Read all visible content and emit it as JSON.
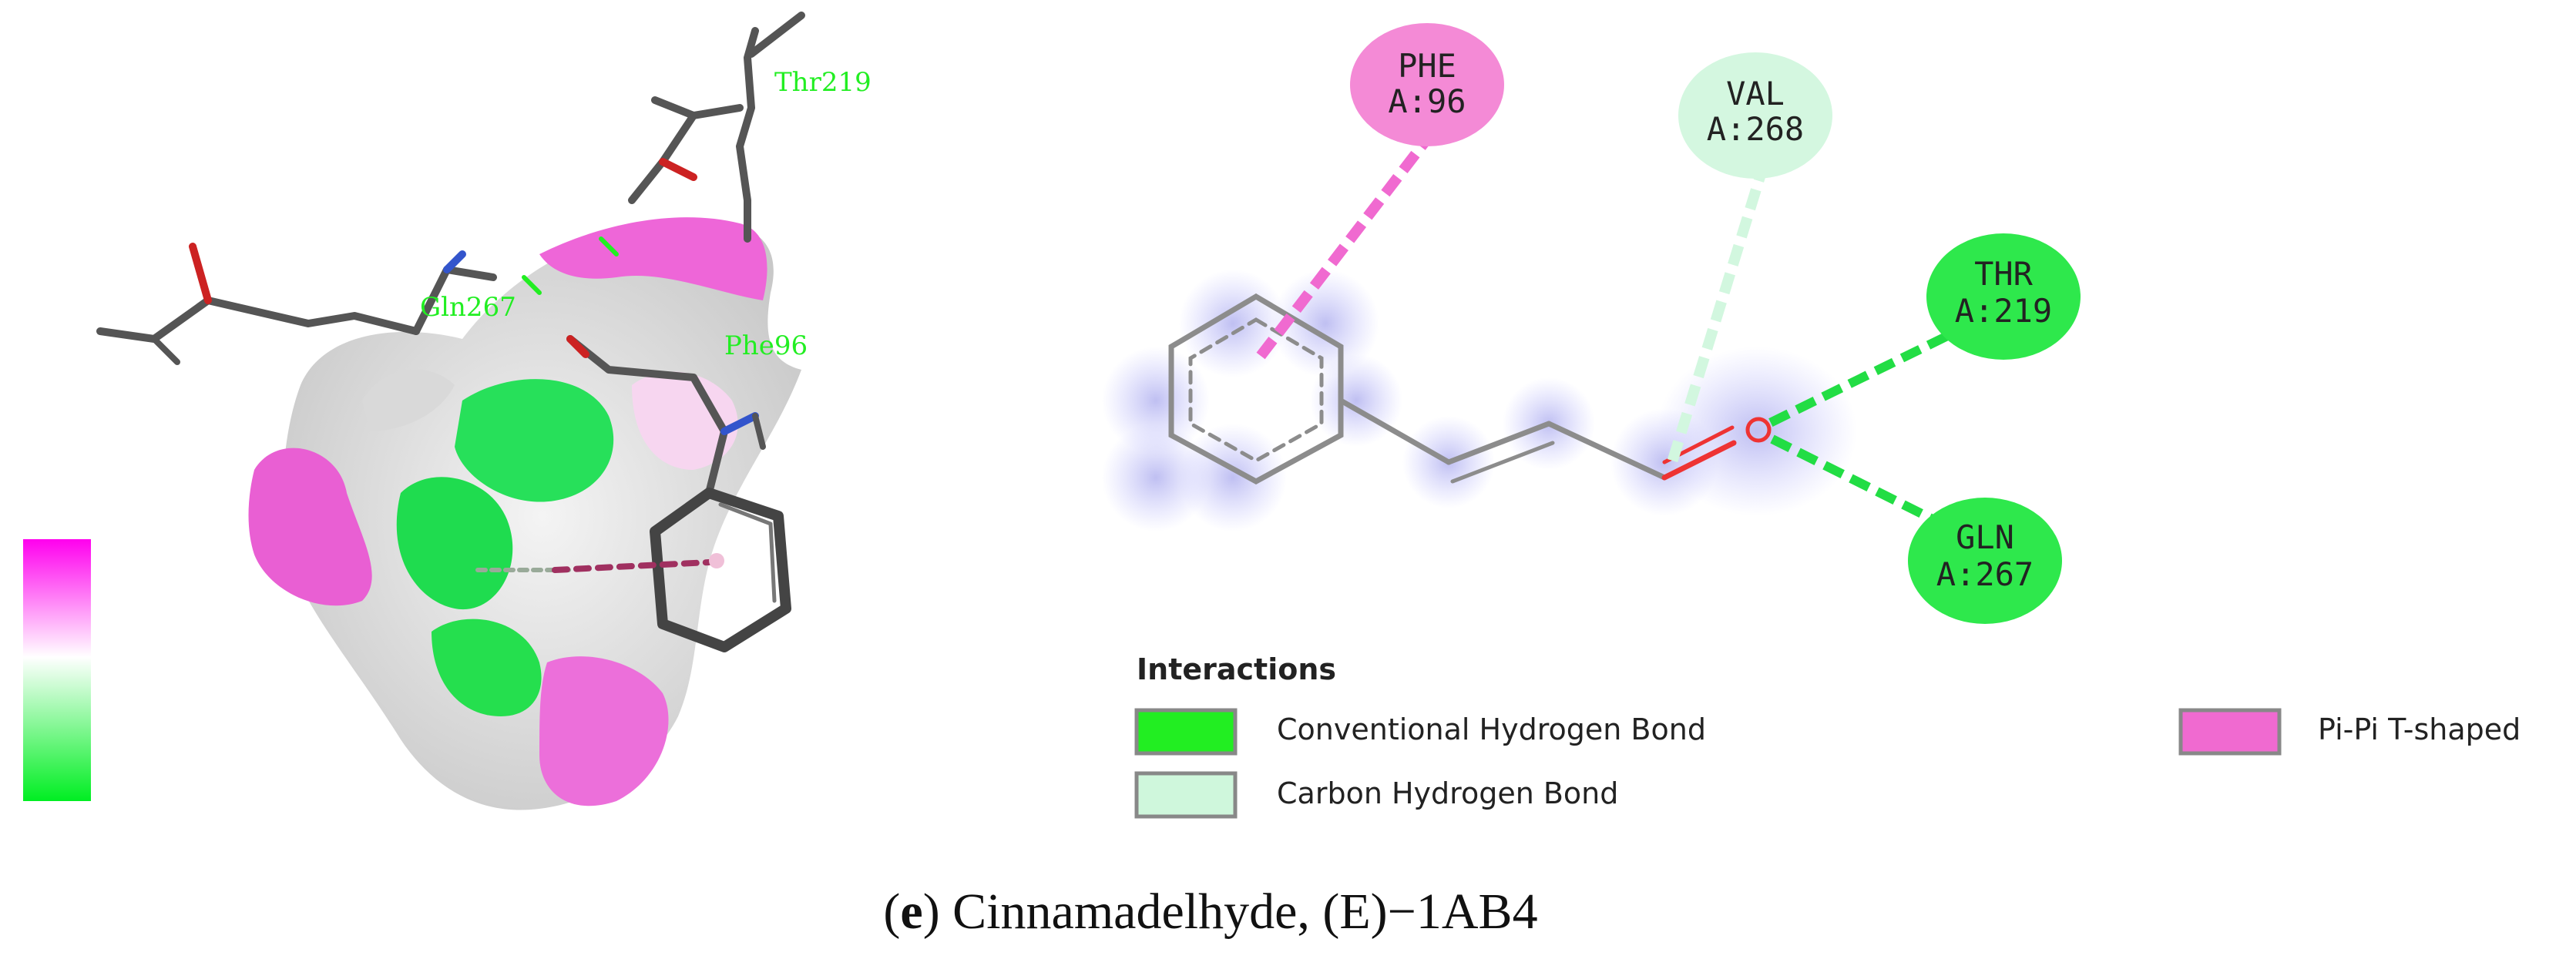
{
  "residues_3d": {
    "thr": "Thr219",
    "gln": "Gln267",
    "phe": "Phe96"
  },
  "nodes": {
    "phe": {
      "name": "PHE",
      "pos": "A:96",
      "color": "#f48ad6"
    },
    "val": {
      "name": "VAL",
      "pos": "A:268",
      "color": "#d4f7e0"
    },
    "thr": {
      "name": "THR",
      "pos": "A:219",
      "color": "#2ee84c"
    },
    "gln": {
      "name": "GLN",
      "pos": "A:267",
      "color": "#2ee84c"
    }
  },
  "legend": {
    "title": "Interactions",
    "items": [
      {
        "label": "Conventional Hydrogen Bond",
        "color": "#22ee22"
      },
      {
        "label": "Carbon Hydrogen Bond",
        "color": "#cff7dc"
      },
      {
        "label": "Pi-Pi T-shaped",
        "color": "#f06ad0"
      }
    ]
  },
  "caption": {
    "letter": "e",
    "text": ") Cinnamadelhyde, (E)−1AB4",
    "open_paren": "("
  }
}
